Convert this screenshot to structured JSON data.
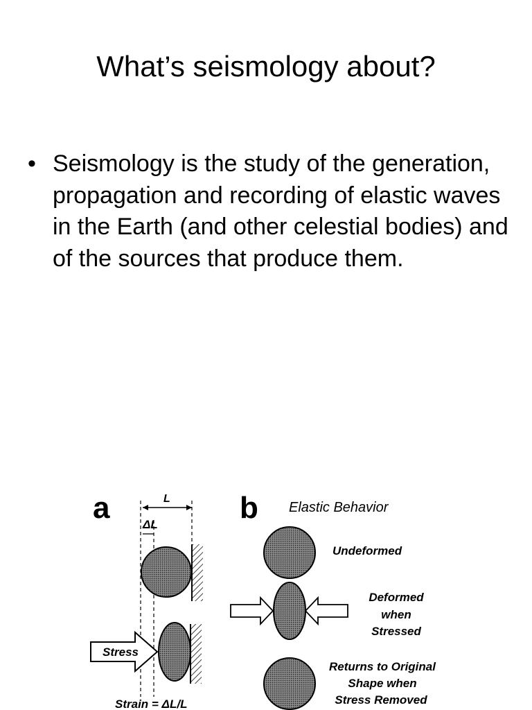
{
  "slide": {
    "title": "What’s seismology about?",
    "bullets": [
      {
        "marker": "•",
        "text": "Seismology is the study of the generation, propagation and recording of elastic waves in the Earth (and other celestial bodies) and of the sources that produce them."
      }
    ]
  },
  "figure": {
    "panel_a": {
      "letter": "a",
      "length_label": "L",
      "delta_label": "ΔL",
      "stress_label": "Stress",
      "strain_label": "Strain = ΔL/L"
    },
    "panel_b": {
      "letter": "b",
      "heading": "Elastic Behavior",
      "state1": "Undeformed",
      "state2_line1": "Deformed",
      "state2_line2": "when",
      "state2_line3": "Stressed",
      "state3_line1": "Returns to Original",
      "state3_line2": "Shape when",
      "state3_line3": "Stress Removed"
    }
  }
}
